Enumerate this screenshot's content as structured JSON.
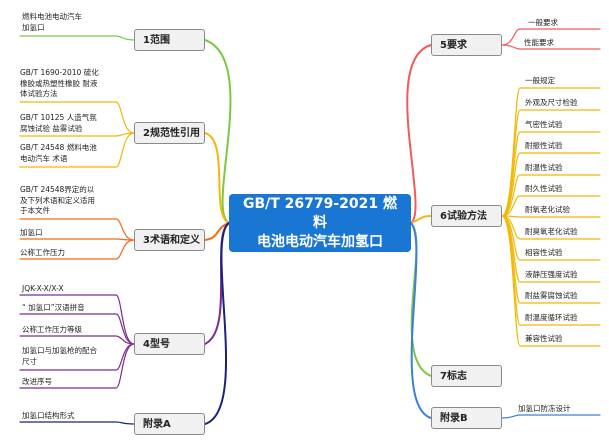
{
  "center": {
    "title": "GB/T 26779-2021 燃料\n电池电动汽车加氢口"
  },
  "colors": {
    "scope": "#7ac943",
    "refs": "#f2b807",
    "terms": "#ef6c1a",
    "model": "#7b2d8e",
    "appendixA": "#1a237e",
    "req": "#f05a5a",
    "tests": "#f2b807",
    "mark": "#7ac943",
    "appendixB": "#3d7fd8"
  },
  "left": [
    {
      "topic": "1范围",
      "leaves": [
        "燃料电池电动汽车\n加氢口"
      ]
    },
    {
      "topic": "2规范性引用",
      "leaves": [
        "GB/T 1690-2010 硫化\n橡胶或热塑性橡胶 耐液\n体试验方法",
        "GB/T 10125 人造气氛\n腐蚀试验 盐雾试验",
        "GB/T 24548 燃料电池\n电动汽车 术语"
      ]
    },
    {
      "topic": "3术语和定义",
      "leaves": [
        "GB/T 24548界定的以\n及下列术语和定义适用\n于本文件",
        "加氢口",
        "公称工作压力"
      ]
    },
    {
      "topic": "4型号",
      "leaves": [
        "JQK-X-X/X-X",
        "“ 加氢口”汉语拼音",
        "公称工作压力等级",
        "加氢口与加氢枪的配合\n尺寸",
        "改进序号"
      ]
    },
    {
      "topic": "附录A",
      "leaves": [
        "加氢口结构形式"
      ]
    }
  ],
  "right": [
    {
      "topic": "5要求",
      "leaves": [
        "一般要求",
        "性能要求"
      ]
    },
    {
      "topic": "6试验方法",
      "leaves": [
        "一般规定",
        "外观及尺寸检验",
        "气密性试验",
        "耐振性试验",
        "耐温性试验",
        "耐久性试验",
        "耐氧老化试验",
        "耐臭氧老化试验",
        "相容性试验",
        "液静压强度试验",
        "耐盐雾腐蚀试验",
        "耐温度循环试验",
        "兼容性试验"
      ]
    },
    {
      "topic": "7标志",
      "leaves": []
    },
    {
      "topic": "附录B",
      "leaves": [
        "加氢口防冻设计"
      ]
    }
  ]
}
